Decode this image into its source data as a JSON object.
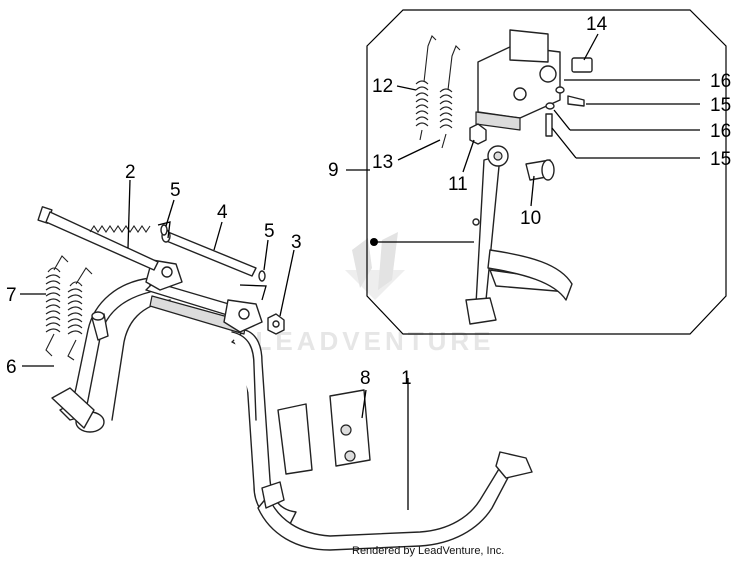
{
  "diagram": {
    "callouts": [
      {
        "id": "1",
        "label": "1"
      },
      {
        "id": "2",
        "label": "2"
      },
      {
        "id": "3",
        "label": "3"
      },
      {
        "id": "4",
        "label": "4"
      },
      {
        "id": "5a",
        "label": "5"
      },
      {
        "id": "5b",
        "label": "5"
      },
      {
        "id": "6",
        "label": "6"
      },
      {
        "id": "7",
        "label": "7"
      },
      {
        "id": "8",
        "label": "8"
      },
      {
        "id": "9",
        "label": "9"
      },
      {
        "id": "10",
        "label": "10"
      },
      {
        "id": "11",
        "label": "11"
      },
      {
        "id": "12",
        "label": "12"
      },
      {
        "id": "13",
        "label": "13"
      },
      {
        "id": "14",
        "label": "14"
      },
      {
        "id": "15a",
        "label": "15"
      },
      {
        "id": "15b",
        "label": "15"
      },
      {
        "id": "16a",
        "label": "16"
      },
      {
        "id": "16b",
        "label": "16"
      }
    ],
    "watermark": "LEADVENTURE",
    "footer": "Rendered by LeadVenture, Inc."
  }
}
